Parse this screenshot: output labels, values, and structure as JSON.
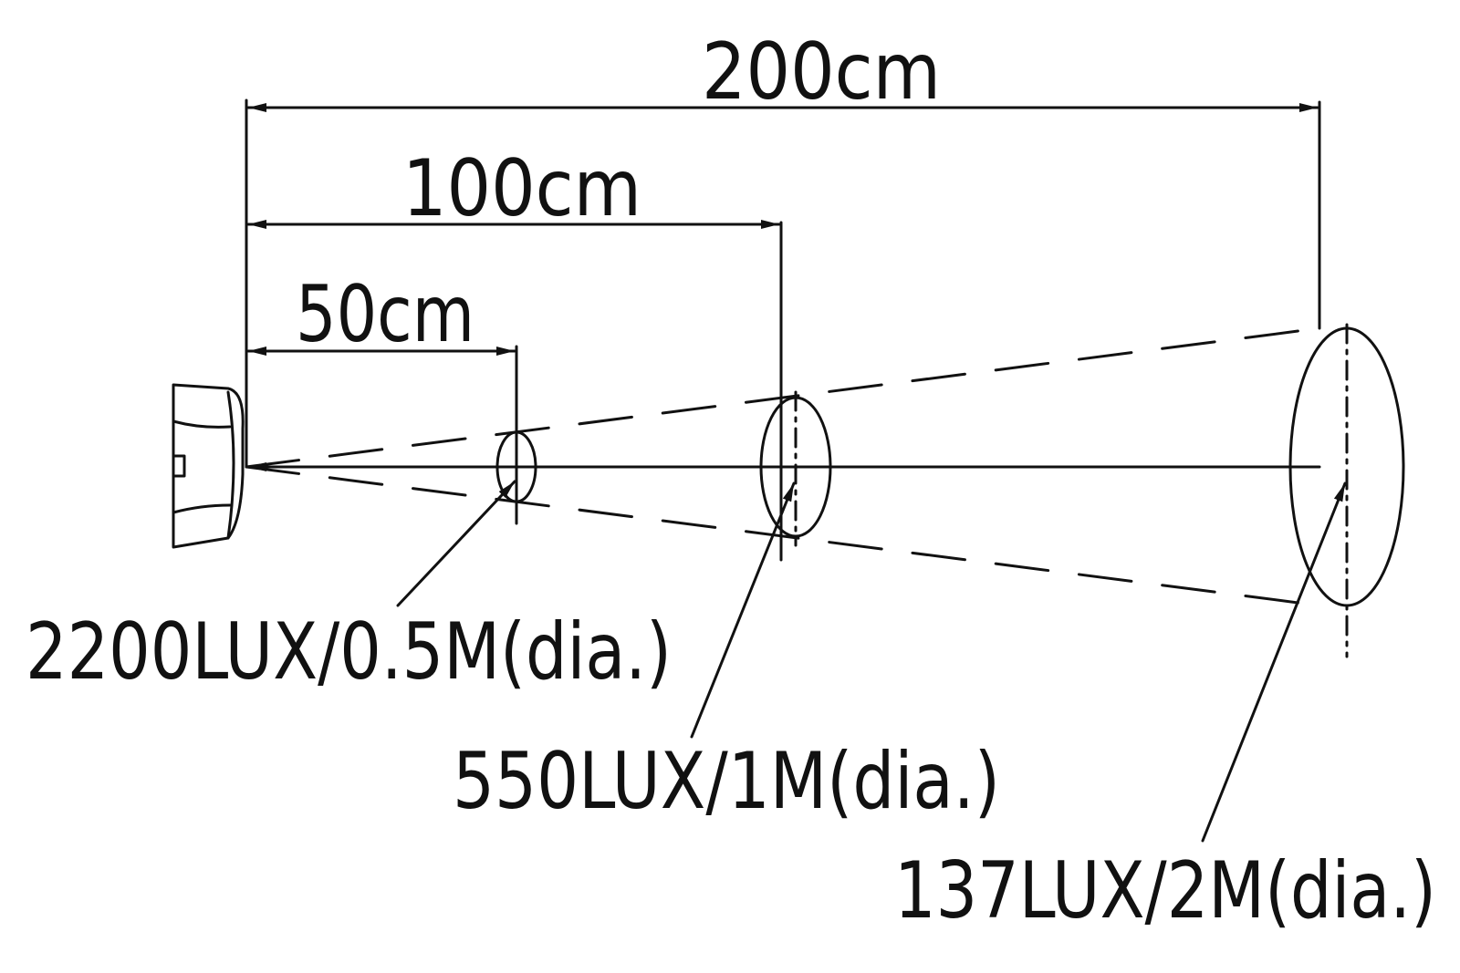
{
  "dimensions": [
    {
      "id": "dim-200",
      "label": "200cm"
    },
    {
      "id": "dim-100",
      "label": "100cm"
    },
    {
      "id": "dim-50",
      "label": "50cm"
    }
  ],
  "callouts": [
    {
      "id": "c1",
      "label": "2200LUX/0.5M(dia.)"
    },
    {
      "id": "c2",
      "label": "550LUX/1M(dia.)"
    },
    {
      "id": "c3",
      "label": "137LUX/2M(dia.)"
    }
  ],
  "colors": {
    "stroke": "#111111",
    "background": "#ffffff"
  }
}
